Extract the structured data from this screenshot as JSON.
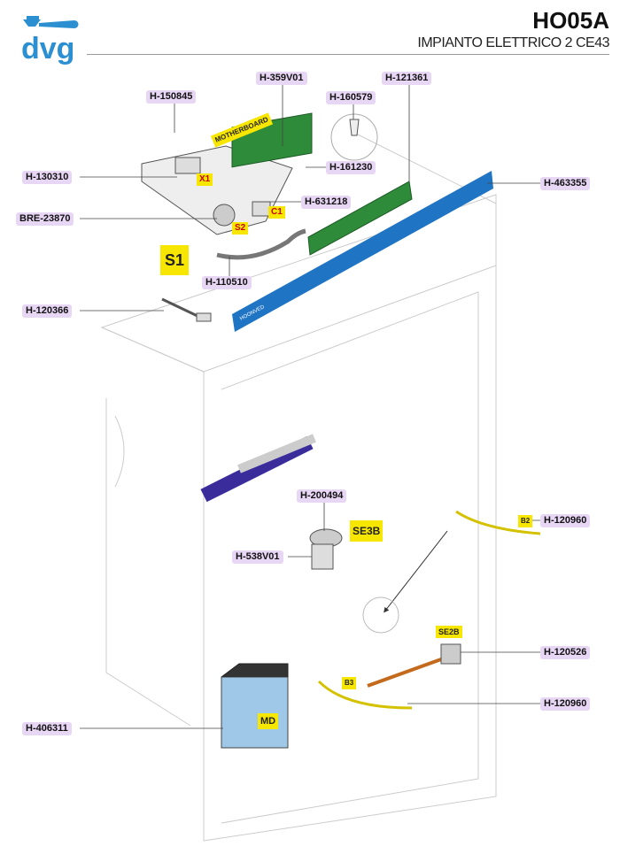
{
  "header": {
    "logo_text": "dvg",
    "title": "HO05A",
    "subtitle": "IMPIANTO ELETTRICO 2 CE43"
  },
  "colors": {
    "label_bg": "#e8d6f5",
    "tag_bg": "#f7e600",
    "brand_blue": "#2b8fd1",
    "panel_blue": "#1f74c4",
    "board_green": "#2e8b3a"
  },
  "parts": [
    {
      "code": "H-359V01"
    },
    {
      "code": "H-150845"
    },
    {
      "code": "H-160579"
    },
    {
      "code": "H-121361"
    },
    {
      "code": "H-130310"
    },
    {
      "code": "H-161230"
    },
    {
      "code": "H-463355"
    },
    {
      "code": "H-631218"
    },
    {
      "code": "BRE-23870"
    },
    {
      "code": "H-110510"
    },
    {
      "code": "H-120366"
    },
    {
      "code": "H-200494"
    },
    {
      "code": "H-120960"
    },
    {
      "code": "H-538V01"
    },
    {
      "code": "H-120526"
    },
    {
      "code": "H-120960"
    },
    {
      "code": "H-406311"
    }
  ],
  "tags": [
    "MOTHERBOARD",
    "X1",
    "S2",
    "C1",
    "S1",
    "SE3B",
    "B2",
    "SE2B",
    "B3",
    "MD"
  ],
  "panel_brand": "HOONVED"
}
